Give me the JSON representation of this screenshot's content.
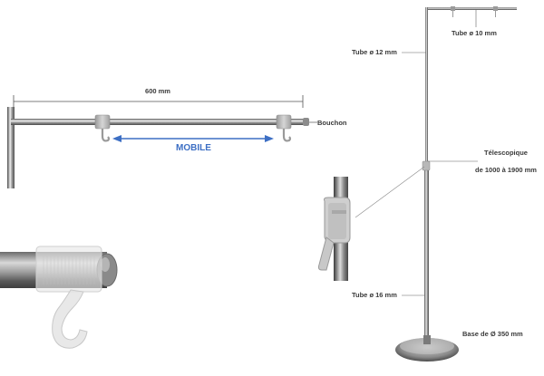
{
  "labels": {
    "width": "600 mm",
    "cap": "Bouchon",
    "mobile": "MOBILE",
    "upper_tube": "Tube ø 10 mm",
    "main_tube": "Tube ø 12 mm",
    "telescopic_line1": "Télescopique",
    "telescopic_line2": "de 1000 à 1900 mm",
    "lower_tube": "Tube ø 16 mm",
    "base": "Base de Ø 350 mm"
  },
  "colors": {
    "chrome_dark": "#6b6b6b",
    "chrome_light": "#e6e6e6",
    "arrow_blue": "#3d6fc4",
    "dimension_line": "#555555",
    "label_text": "#3a3a3a"
  }
}
